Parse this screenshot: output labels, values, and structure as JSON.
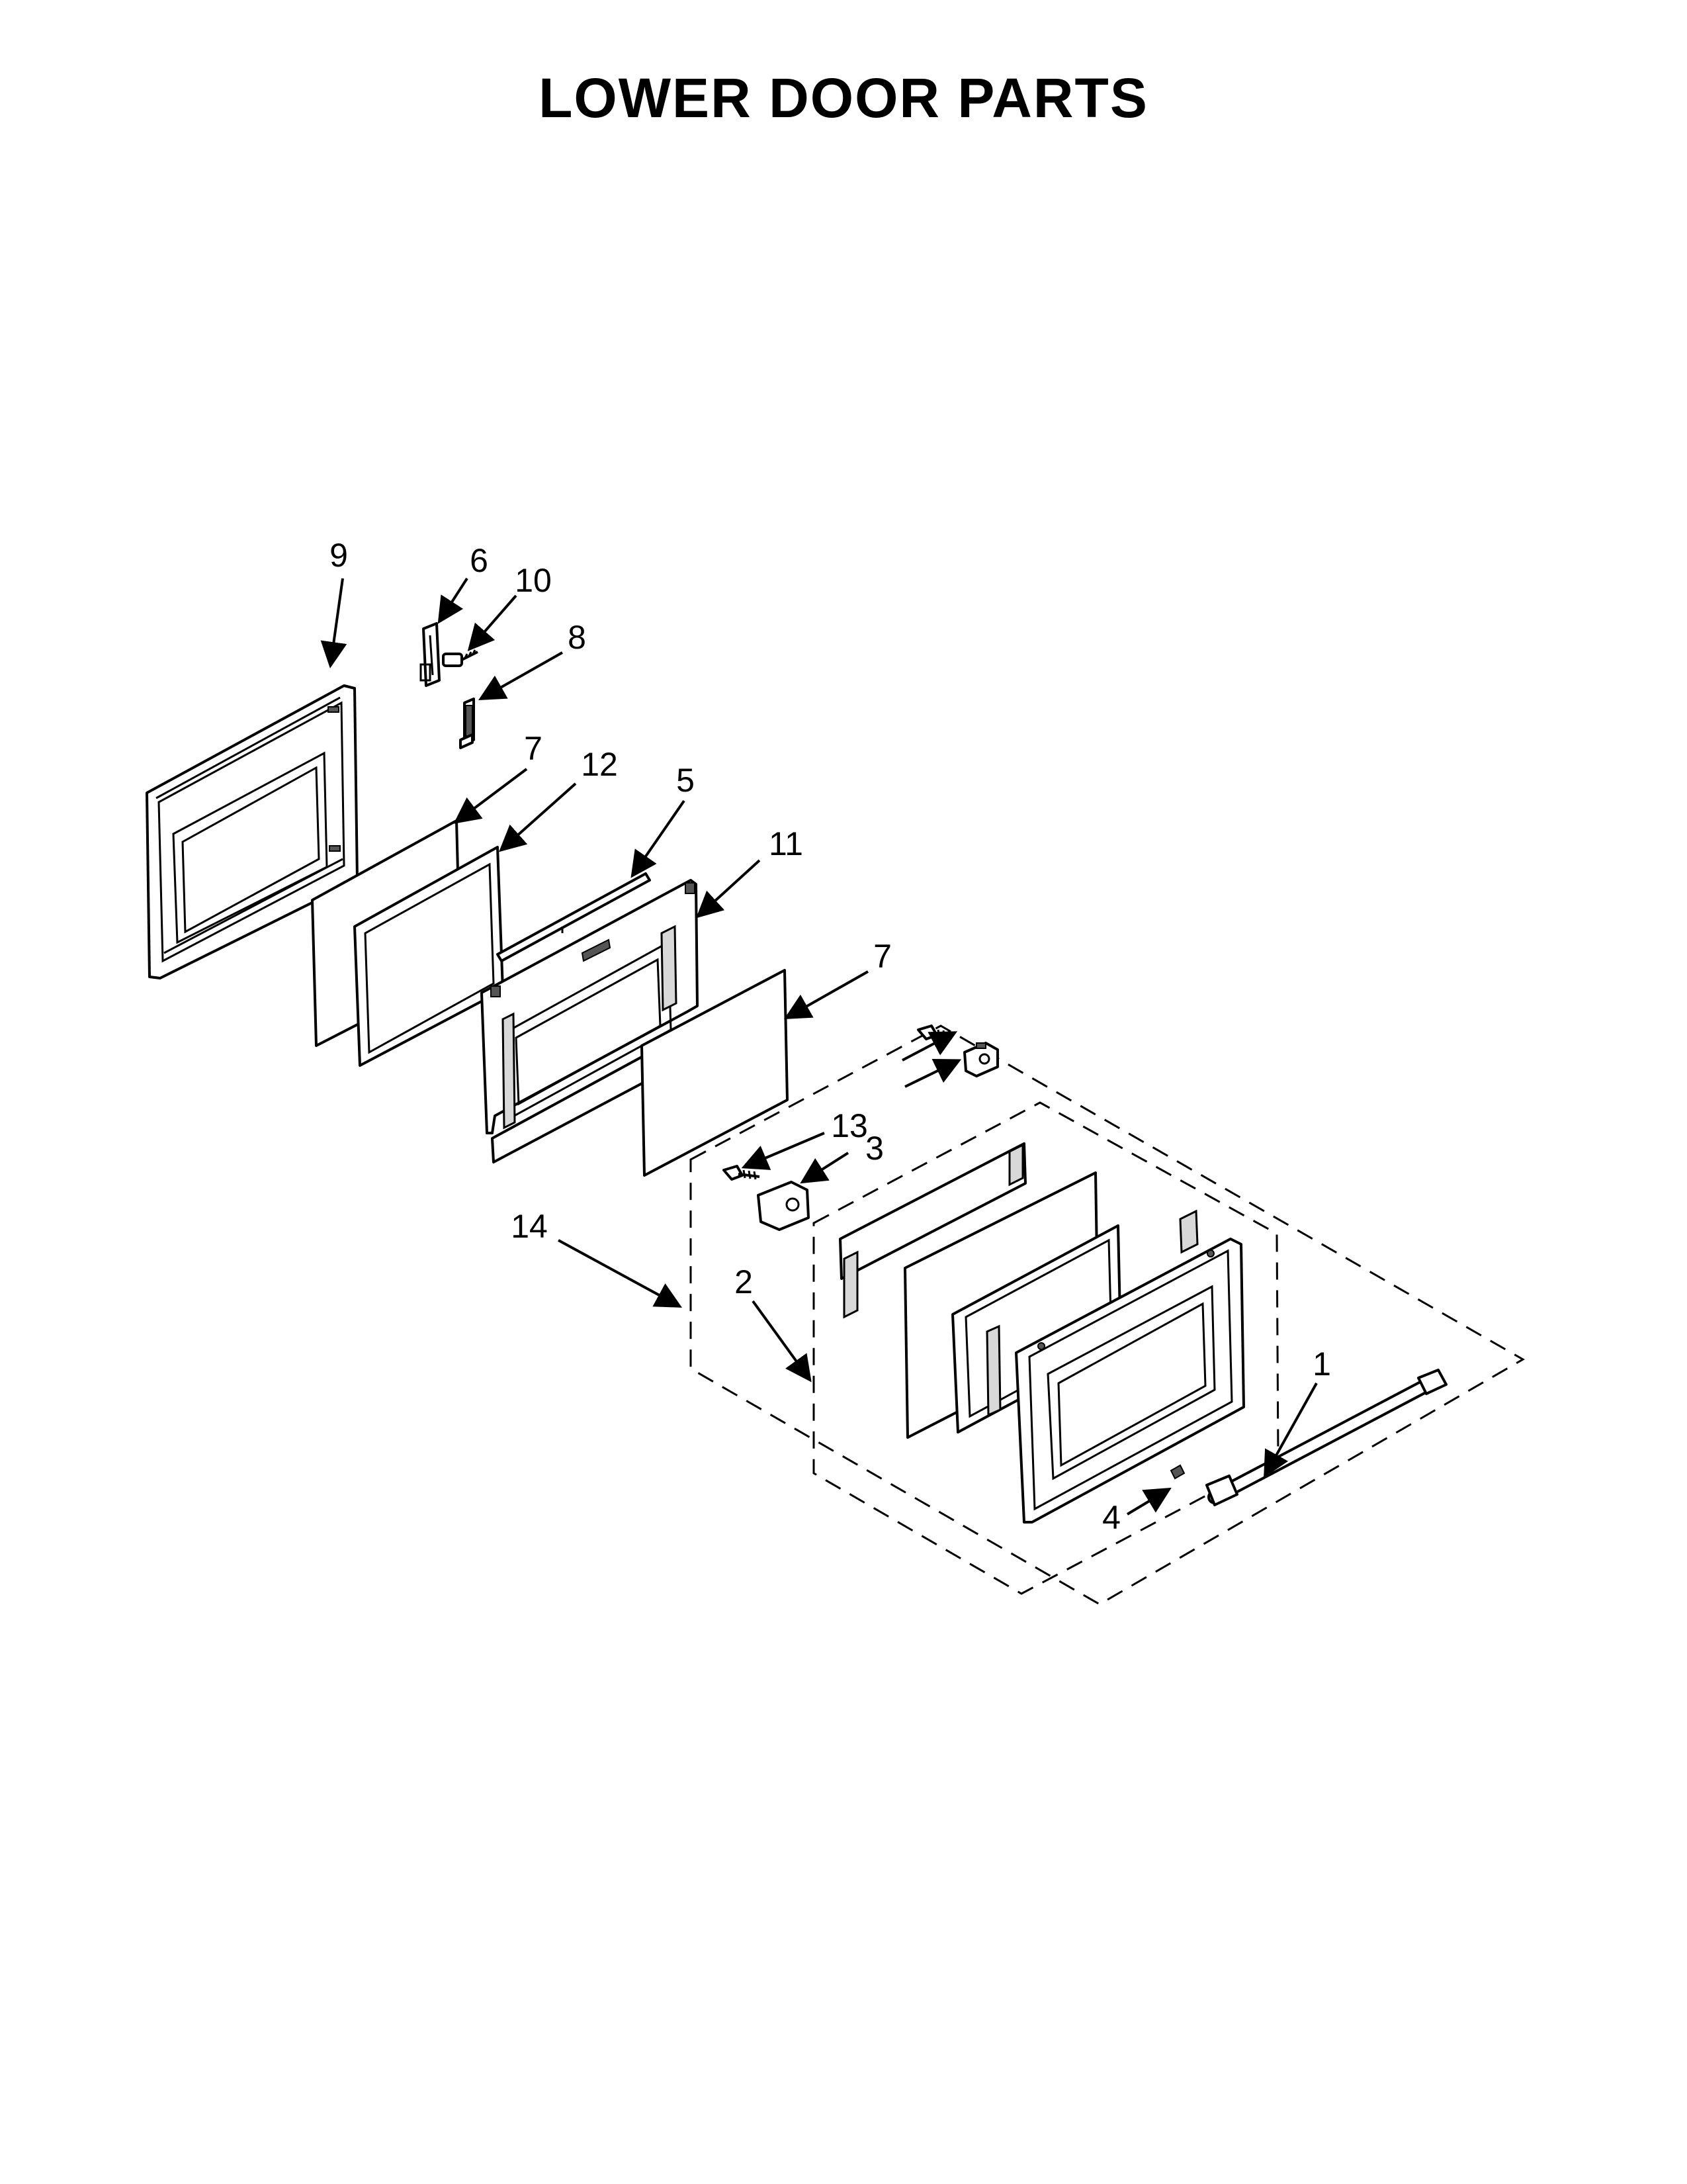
{
  "title": "LOWER DOOR PARTS",
  "callouts": [
    {
      "id": "c9",
      "label": "9"
    },
    {
      "id": "c6",
      "label": "6"
    },
    {
      "id": "c10",
      "label": "10"
    },
    {
      "id": "c8",
      "label": "8"
    },
    {
      "id": "c7a",
      "label": "7"
    },
    {
      "id": "c12",
      "label": "12"
    },
    {
      "id": "c5",
      "label": "5"
    },
    {
      "id": "c11",
      "label": "11"
    },
    {
      "id": "c7b",
      "label": "7"
    },
    {
      "id": "c13",
      "label": "13"
    },
    {
      "id": "c3",
      "label": "3"
    },
    {
      "id": "c14",
      "label": "14"
    },
    {
      "id": "c2",
      "label": "2"
    },
    {
      "id": "c1",
      "label": "1"
    },
    {
      "id": "c4",
      "label": "4"
    }
  ]
}
